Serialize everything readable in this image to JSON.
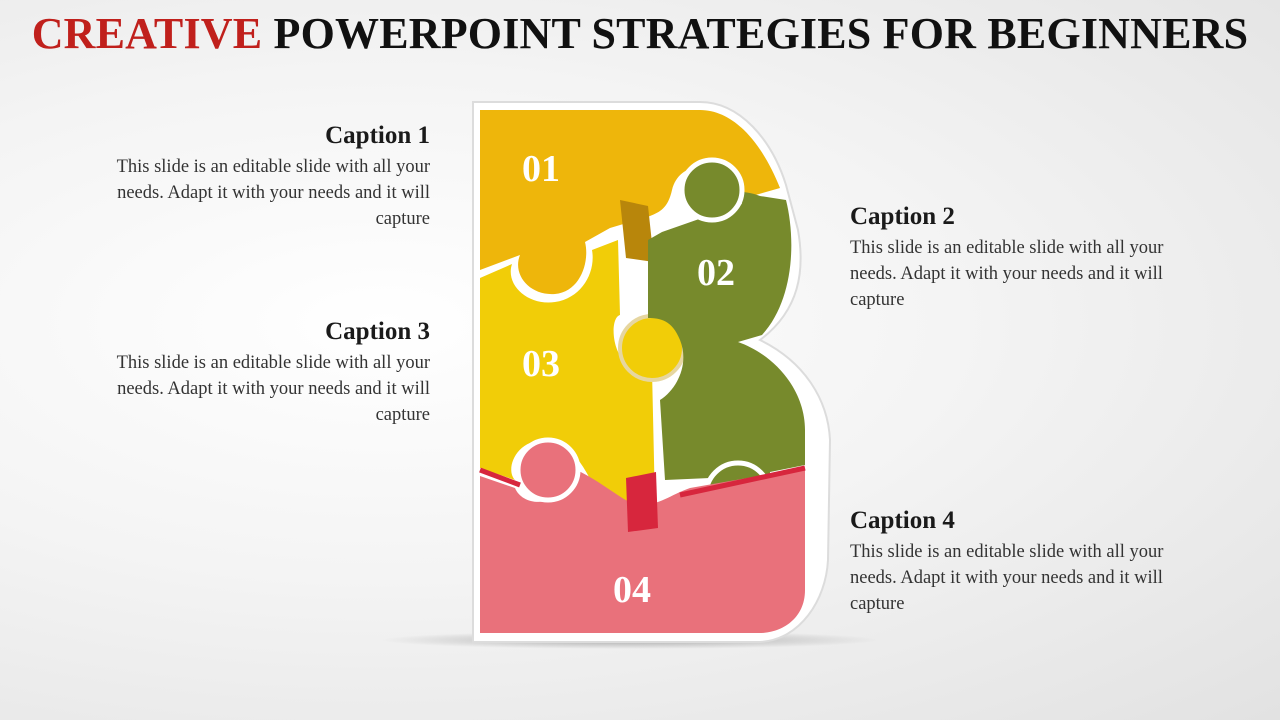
{
  "title": {
    "accent_word": "CREATIVE",
    "rest": "POWERPOINT STRATEGIES FOR BEGINNERS"
  },
  "captions": [
    {
      "title": "Caption 1",
      "body": "This slide is an editable slide with all your needs. Adapt it with your needs and it will capture"
    },
    {
      "title": "Caption 2",
      "body": "This slide is an editable slide with all your needs. Adapt it with your needs and it will capture"
    },
    {
      "title": "Caption 3",
      "body": "This slide is an editable slide with all your needs. Adapt it with your needs and it will capture"
    },
    {
      "title": "Caption 4",
      "body": "This slide is an editable slide with all your needs. Adapt it with your needs and it will capture"
    }
  ],
  "pieces": [
    {
      "number": "01",
      "color": "#eeb60b"
    },
    {
      "number": "02",
      "color": "#778a2c"
    },
    {
      "number": "03",
      "color": "#f1cd08"
    },
    {
      "number": "04",
      "color": "#e9717b"
    }
  ],
  "colors": {
    "accent": "#c0201c",
    "gold_edge": "#b8860b",
    "red_edge": "#d7263d"
  }
}
